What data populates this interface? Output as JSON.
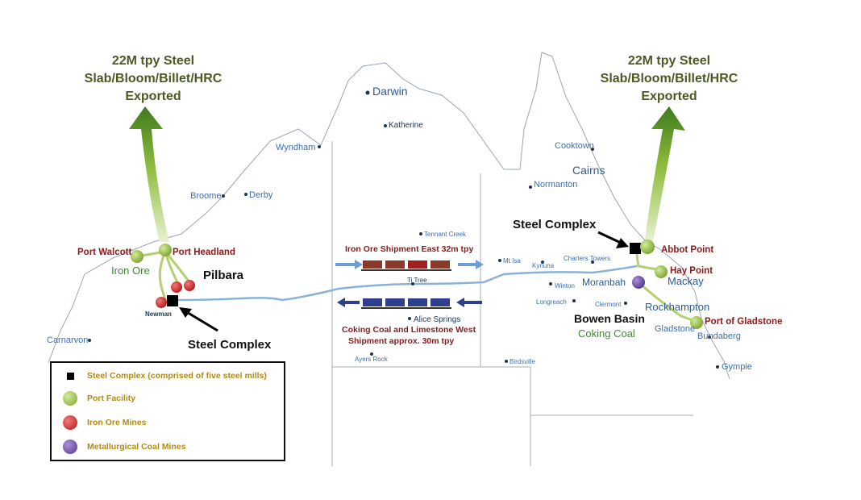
{
  "exports": {
    "west": {
      "line1": "22M tpy Steel",
      "line2": "Slab/Bloom/Billet/HRC",
      "line3": "Exported"
    },
    "east": {
      "line1": "22M tpy Steel",
      "line2": "Slab/Bloom/Billet/HRC",
      "line3": "Exported"
    }
  },
  "towns": {
    "darwin": "Darwin",
    "katherine": "Katherine",
    "wyndham": "Wyndham",
    "broome": "Broome",
    "derby": "Derby",
    "carnarvon": "Carnarvon",
    "newman": "Newman",
    "tennant_creek": "Tennant Creek",
    "ti_tree": "Ti Tree",
    "alice_springs": "Alice Springs",
    "ayers_rock": "Ayers Rock",
    "birdsville": "Birdsville",
    "mt_isa": "Mt Isa",
    "kynuna": "Kynuna",
    "charters_towers": "Charters Towers",
    "winton": "Winton",
    "longreach": "Longreach",
    "clermont": "Clermont",
    "cooktown": "Cooktown",
    "cairns": "Cairns",
    "normanton": "Normanton",
    "mackay": "Mackay",
    "moranbah": "Moranbah",
    "rockhampton": "Rockhampton",
    "gladstone": "Gladstone",
    "bundaberg": "Bundaberg",
    "gympie": "Gympie"
  },
  "ports": {
    "port_walcott": "Port Walcott",
    "port_headland": "Port Headland",
    "abbot_point": "Abbot Point",
    "hay_point": "Hay Point",
    "port_of_gladstone": "Port of Gladstone"
  },
  "regions": {
    "iron_ore": "Iron Ore",
    "pilbara": "Pilbara",
    "steel_complex_west": "Steel Complex",
    "steel_complex_east": "Steel Complex",
    "bowen_basin": "Bowen Basin",
    "coking_coal": "Coking Coal"
  },
  "shipments": {
    "east": "Iron Ore Shipment East 32m tpy",
    "west_line1": "Coking Coal and Limestone West",
    "west_line2": "Shipment approx. 30m tpy"
  },
  "legend": {
    "items": [
      {
        "label": "Steel Complex (comprised of five steel mills)",
        "symbol": "square",
        "color": "#000000"
      },
      {
        "label": "Port Facility",
        "symbol": "ball",
        "color": "#8cb63c"
      },
      {
        "label": "Iron Ore Mines",
        "symbol": "ball",
        "color": "#d42a2a"
      },
      {
        "label": "Metallurgical Coal Mines",
        "symbol": "ball",
        "color": "#6e4fa8"
      }
    ]
  },
  "colors": {
    "port": "#8cb63c",
    "iron_ore_mine": "#d42a2a",
    "coal_mine": "#6e4fa8",
    "pipeline": "#8ab2d8",
    "arrow_east": "#6f9fd2",
    "arrow_west": "#2e3f8f",
    "rail": "#b5d072"
  }
}
